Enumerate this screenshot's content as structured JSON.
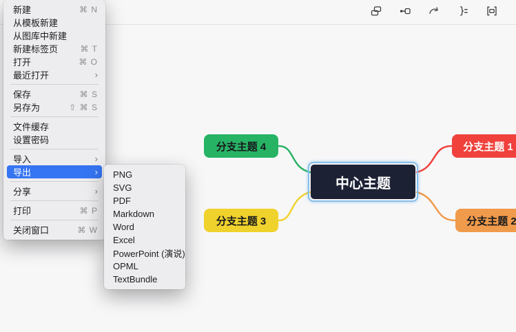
{
  "colors": {
    "accent": "#3574f2",
    "canvas_bg": "#f7f7f8",
    "selection": "#85bdea"
  },
  "glyphs": {
    "submenu_arrow": "›"
  },
  "toolbar": {
    "icons": [
      {
        "name": "insert-topic"
      },
      {
        "name": "insert-subtopic"
      },
      {
        "name": "redo"
      },
      {
        "name": "summary"
      },
      {
        "name": "focus"
      }
    ]
  },
  "menu": {
    "items": [
      {
        "label": "新建",
        "shortcut": "⌘ N"
      },
      {
        "label": "从模板新建",
        "shortcut": ""
      },
      {
        "label": "从图库中新建",
        "shortcut": ""
      },
      {
        "label": "新建标签页",
        "shortcut": "⌘ T"
      },
      {
        "label": "打开",
        "shortcut": "⌘ O"
      },
      {
        "label": "最近打开",
        "shortcut": ""
      },
      {
        "label": "保存",
        "shortcut": "⌘ S"
      },
      {
        "label": "另存为",
        "shortcut": "⇧ ⌘ S"
      },
      {
        "label": "文件缓存",
        "shortcut": ""
      },
      {
        "label": "设置密码",
        "shortcut": ""
      },
      {
        "label": "导入",
        "shortcut": ""
      },
      {
        "label": "导出",
        "shortcut": ""
      },
      {
        "label": "分享",
        "shortcut": ""
      },
      {
        "label": "打印",
        "shortcut": "⌘ P"
      },
      {
        "label": "关闭窗口",
        "shortcut": "⌘ W"
      }
    ]
  },
  "export_submenu": {
    "items": [
      {
        "label": "PNG"
      },
      {
        "label": "SVG"
      },
      {
        "label": "PDF"
      },
      {
        "label": "Markdown"
      },
      {
        "label": "Word"
      },
      {
        "label": "Excel"
      },
      {
        "label": "PowerPoint (演说)"
      },
      {
        "label": "OPML"
      },
      {
        "label": "TextBundle"
      }
    ]
  },
  "mindmap": {
    "center": {
      "label": "中心主题",
      "bg": "#1d2134",
      "fg": "#ffffff"
    },
    "branches": [
      {
        "label": "分支主题 1",
        "bg": "#f0413d",
        "fg": "#ffffff"
      },
      {
        "label": "分支主题 2",
        "bg": "#f09a4b",
        "fg": "#17191c"
      },
      {
        "label": "分支主题 3",
        "bg": "#f0d22d",
        "fg": "#17191c"
      },
      {
        "label": "分支主题 4",
        "bg": "#27b364",
        "fg": "#17191c"
      }
    ]
  }
}
